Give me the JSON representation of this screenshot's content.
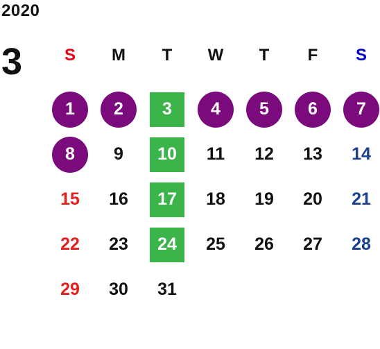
{
  "year": "2020",
  "month": "3",
  "weekday_headers": [
    "S",
    "M",
    "T",
    "W",
    "T",
    "F",
    "S"
  ],
  "colors": {
    "sunday": "#e3201f",
    "saturday": "#1a3f8f",
    "circle_highlight": "#7b0a7d",
    "square_highlight": "#3bb54a"
  },
  "weeks": [
    [
      {
        "day": "1",
        "mark": "circle"
      },
      {
        "day": "2",
        "mark": "circle"
      },
      {
        "day": "3",
        "mark": "square"
      },
      {
        "day": "4",
        "mark": "circle"
      },
      {
        "day": "5",
        "mark": "circle"
      },
      {
        "day": "6",
        "mark": "circle"
      },
      {
        "day": "7",
        "mark": "circle"
      }
    ],
    [
      {
        "day": "8",
        "mark": "circle"
      },
      {
        "day": "9",
        "mark": ""
      },
      {
        "day": "10",
        "mark": "square"
      },
      {
        "day": "11",
        "mark": ""
      },
      {
        "day": "12",
        "mark": ""
      },
      {
        "day": "13",
        "mark": ""
      },
      {
        "day": "14",
        "mark": ""
      }
    ],
    [
      {
        "day": "15",
        "mark": ""
      },
      {
        "day": "16",
        "mark": ""
      },
      {
        "day": "17",
        "mark": "square"
      },
      {
        "day": "18",
        "mark": ""
      },
      {
        "day": "19",
        "mark": ""
      },
      {
        "day": "20",
        "mark": ""
      },
      {
        "day": "21",
        "mark": ""
      }
    ],
    [
      {
        "day": "22",
        "mark": ""
      },
      {
        "day": "23",
        "mark": ""
      },
      {
        "day": "24",
        "mark": "square"
      },
      {
        "day": "25",
        "mark": ""
      },
      {
        "day": "26",
        "mark": ""
      },
      {
        "day": "27",
        "mark": ""
      },
      {
        "day": "28",
        "mark": ""
      }
    ],
    [
      {
        "day": "29",
        "mark": ""
      },
      {
        "day": "30",
        "mark": ""
      },
      {
        "day": "31",
        "mark": ""
      }
    ]
  ]
}
